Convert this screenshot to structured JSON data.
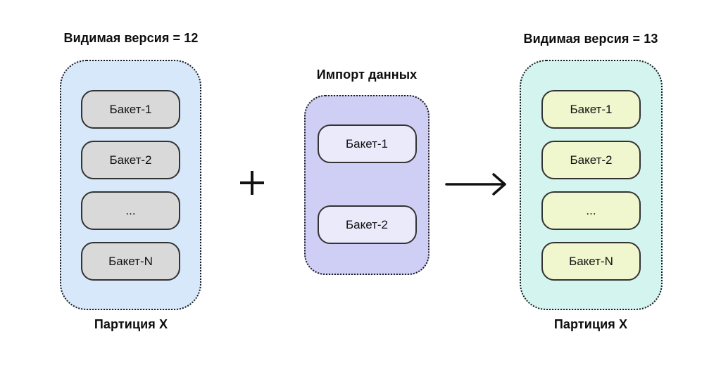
{
  "panels": {
    "left": {
      "title": "Видимая версия = 12",
      "caption": "Партиция X",
      "buckets": [
        "Бакет-1",
        "Бакет-2",
        "...",
        "Бакет-N"
      ],
      "fill": "#d8e8fb",
      "bucket_fill": "#d9d9d9",
      "border_style": "dotted black"
    },
    "import": {
      "title": "Импорт данных",
      "buckets": [
        "Бакет-1",
        "Бакет-2"
      ],
      "fill": "#cfcef4",
      "bucket_fill": "#eaeafb",
      "border_style": "dotted black"
    },
    "right": {
      "title": "Видимая версия = 13",
      "caption": "Партиция X",
      "buckets": [
        "Бакет-1",
        "Бакет-2",
        "...",
        "Бакет-N"
      ],
      "fill": "#d4f5ef",
      "bucket_fill": "#f0f6cd",
      "border_style": "dotted black"
    }
  },
  "operators": {
    "plus_icon": "plus",
    "arrow_icon": "arrow-right",
    "stroke_color": "#111111"
  }
}
